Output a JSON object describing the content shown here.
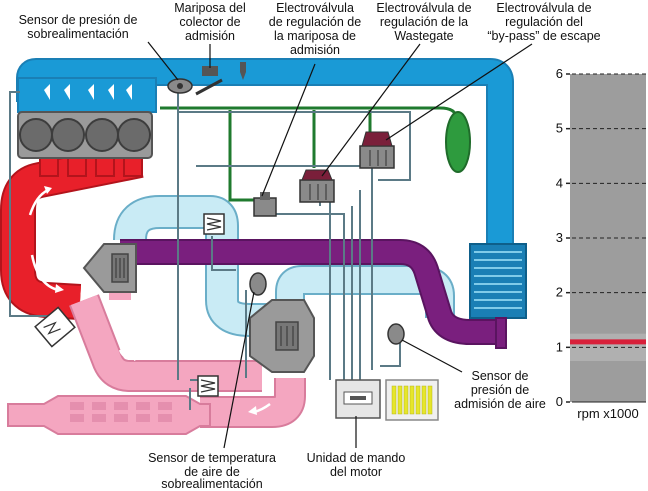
{
  "labels": {
    "boost_sensor": [
      "Sensor de presión de",
      "sobrealimentación"
    ],
    "intake_throttle": [
      "Mariposa del",
      "colector de",
      "admisión"
    ],
    "throttle_valve": [
      "Electroválvula",
      "de regulación de",
      "la mariposa de",
      "admisión"
    ],
    "wastegate_valve": [
      "Electroválvula de",
      "regulación de la",
      "Wastegate"
    ],
    "bypass_valve": [
      "Electroválvula de",
      "regulación del",
      "“by-pass” de escape"
    ],
    "intake_pressure": [
      "Sensor de",
      "presión de",
      "admisión de aire"
    ],
    "air_temp": [
      "Sensor de temperatura",
      "de aire de",
      "sobrealimentación"
    ],
    "ecu": [
      "Unidad de mando",
      "del motor"
    ]
  },
  "gauge": {
    "ticks": [
      "0",
      "1",
      "2",
      "3",
      "4",
      "5",
      "6"
    ],
    "unit": "rpm x1000",
    "value": 1.1,
    "max": 6
  },
  "colors": {
    "exhaust_hot": "#e8202a",
    "exhaust_cool": "#f4a6c0",
    "intake": "#1a9ad6",
    "charge_air": "#c9ebf5",
    "bypass": "#7a1f7e",
    "vacuum": "#2e9b3e",
    "engine": "#9a9a9a",
    "gauge_bg": "#9d9d9d",
    "gauge_needle": "#d8203a"
  }
}
